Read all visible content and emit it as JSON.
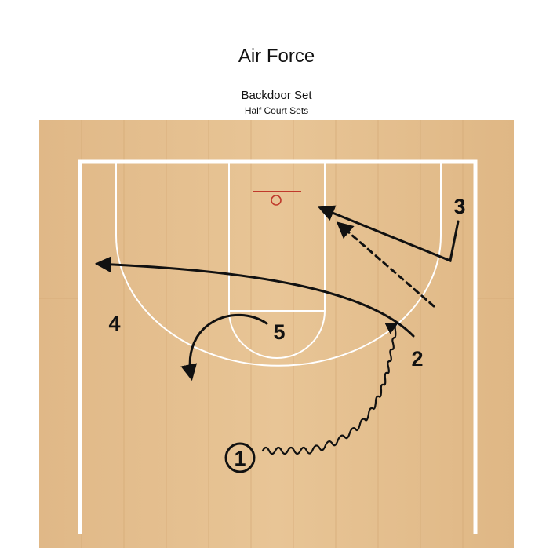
{
  "header": {
    "title": "Air Force",
    "subtitle": "Backdoor Set",
    "category": "Half Court Sets"
  },
  "players": [
    {
      "label": "1",
      "has_ball": true
    },
    {
      "label": "2",
      "has_ball": false
    },
    {
      "label": "3",
      "has_ball": false
    },
    {
      "label": "4",
      "has_ball": false
    },
    {
      "label": "5",
      "has_ball": false
    }
  ],
  "colors": {
    "court_wood": "#e3bd8a",
    "court_lines": "#ffffff",
    "rim": "#c0392b",
    "action_lines": "#111111"
  }
}
